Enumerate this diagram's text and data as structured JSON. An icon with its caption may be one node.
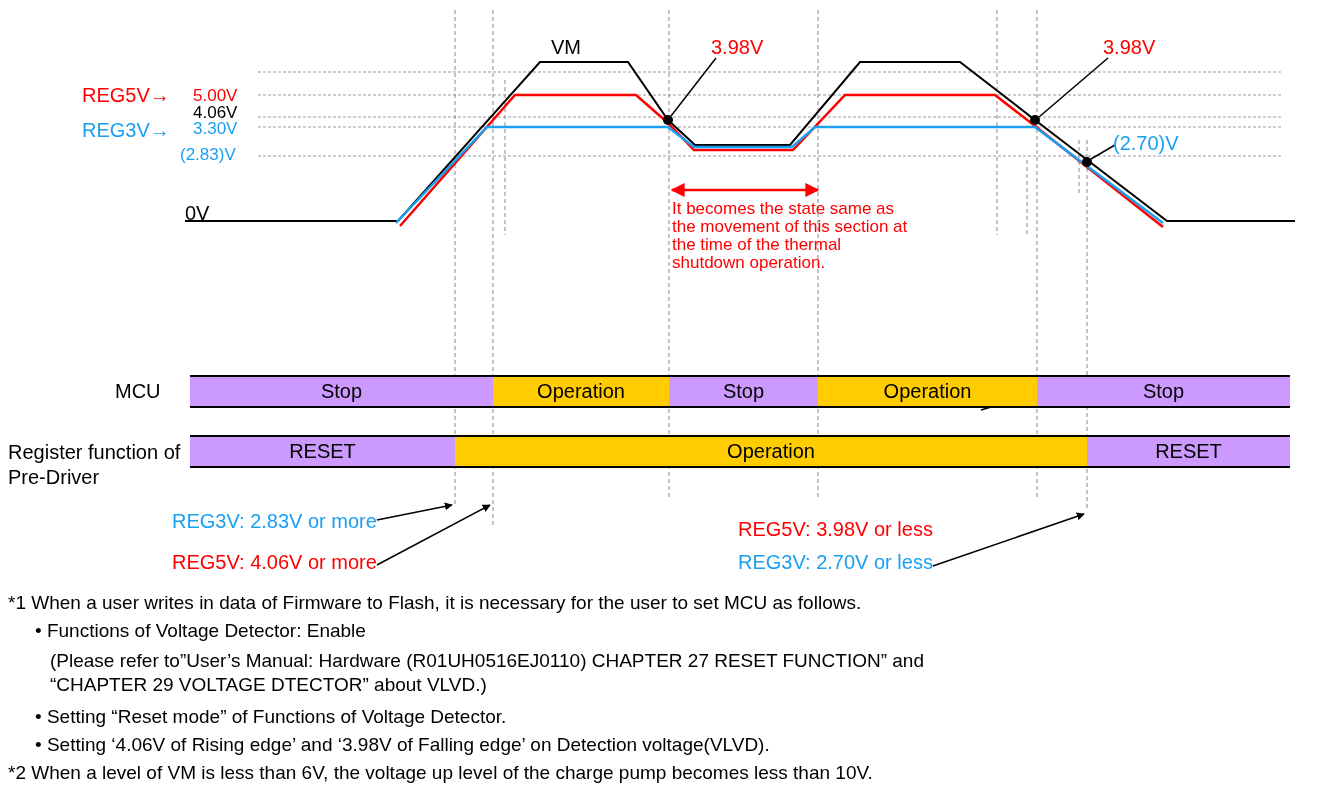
{
  "diagram": {
    "nodes": [
      {
        "text": [
          "Stop"
        ]
      },
      {
        "text": [
          "Operation"
        ]
      },
      {
        "text": [
          "Stop"
        ]
      },
      {
        "text": [
          "Operation"
        ]
      },
      {
        "text": [
          "Stop"
        ]
      },
      {
        "text": [
          "RESET"
        ]
      },
      {
        "text": [
          "Operation"
        ]
      },
      {
        "text": [
          "RESET"
        ]
      },
      {
        "text": [
          "3.98V"
        ]
      },
      {
        "text": [],
        "shape": "circle"
      },
      {
        "text": [
          "3.98V"
        ]
      },
      {
        "text": [],
        "shape": "circle"
      },
      {
        "text": [
          "(2.70)V"
        ]
      },
      {
        "text": [],
        "shape": "circle"
      },
      {
        "text": [
          "REG3V: 2.83V or more"
        ]
      },
      {
        "text": [
          "REG5V: 4.06V or more"
        ]
      },
      {
        "text": [
          "REG5V: 3.98V or less",
          "REG3V: 2.70V or less"
        ]
      }
    ],
    "edges": [
      {
        "from": 8,
        "to": 9,
        "arrow": "none"
      },
      {
        "from": 10,
        "to": 11,
        "arrow": "none"
      },
      {
        "from": 12,
        "to": 13,
        "arrow": "none"
      },
      {
        "from": 14,
        "to": null,
        "arrow": "to"
      },
      {
        "from": 15,
        "to": null,
        "arrow": "to"
      },
      {
        "from": 16,
        "to": null,
        "arrow": "to"
      }
    ],
    "labels": [
      "VM",
      "REG5V→",
      "5.00V",
      "4.06V",
      "REG3V→",
      "3.30V",
      "(2.83)V",
      "0V",
      "It becomes the state same as the movement of this section at the time of the thermal shutdown operation.",
      "MCU",
      "Register function of Pre-Driver",
      "*1 When a user writes in data of Firmware to Flash, it is necessary for the user to set MCU as follows.",
      "• Functions of Voltage Detector: Enable",
      "(Please refer to”User’s Manual: Hardware (R01UH0516EJ0110) CHAPTER 27 RESET FUNCTION” and “CHAPTER 29 VOLTAGE DTECTOR” about VLVD.)",
      "• Setting “Reset mode” of Functions of Voltage Detector.",
      "• Setting ‘4.06V of Rising edge’ and ‘3.98V of Falling edge’ on Detection voltage(VLVD).",
      "*2 When a level of VM is less than 6V, the voltage up level of the charge pump becomes less than 10V."
    ]
  }
}
